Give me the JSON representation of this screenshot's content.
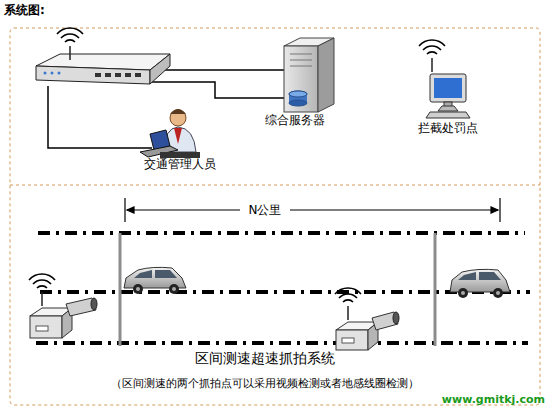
{
  "diagram": {
    "title": "系统图:",
    "caption": "区间测速超速抓拍系统",
    "nodes": [
      {
        "text": [
          "综合服务器"
        ]
      },
      {
        "text": [
          "交通管理人员"
        ]
      },
      {
        "text": [
          "拦截处罚点"
        ]
      }
    ],
    "labels": [
      "N公里",
      "（区间测速的两个抓拍点可以采用视频检测或者地感线圈检测）",
      "www.gmitkj.com"
    ]
  }
}
